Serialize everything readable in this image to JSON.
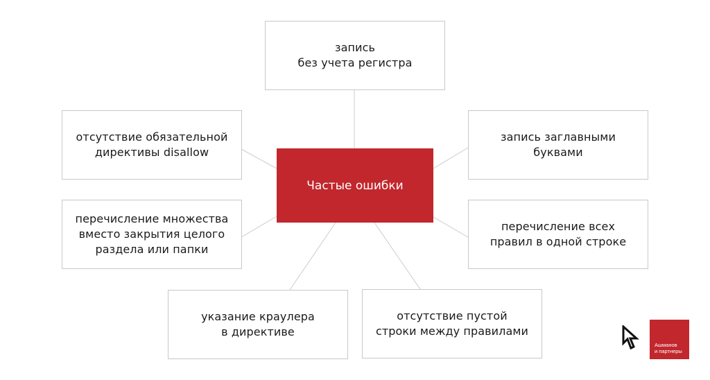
{
  "diagram": {
    "center": {
      "label": "Частые ошибки",
      "color": "#C1272D"
    },
    "nodes": [
      {
        "id": "top",
        "label": "запись\nбез учета регистра"
      },
      {
        "id": "left-upper",
        "label": "отсутствие обязательной\nдирективы disallow"
      },
      {
        "id": "right-upper",
        "label": "запись заглавными\nбуквами"
      },
      {
        "id": "left-lower",
        "label": "перечисление множества\nвместо закрытия целого\nраздела или папки"
      },
      {
        "id": "right-lower",
        "label": "перечисление всех\nправил в одной строке"
      },
      {
        "id": "bottom-left",
        "label": "указание краулера\nв директиве"
      },
      {
        "id": "bottom-right",
        "label": "отсутствие пустой\nстроки между правилами"
      }
    ],
    "connector_color": "#cccccc",
    "border_color": "#c8c8c8"
  },
  "logo": {
    "icon": "cursor-a-icon",
    "badge_text": "Ашманов\nи партнеры",
    "badge_color": "#C1272D"
  }
}
